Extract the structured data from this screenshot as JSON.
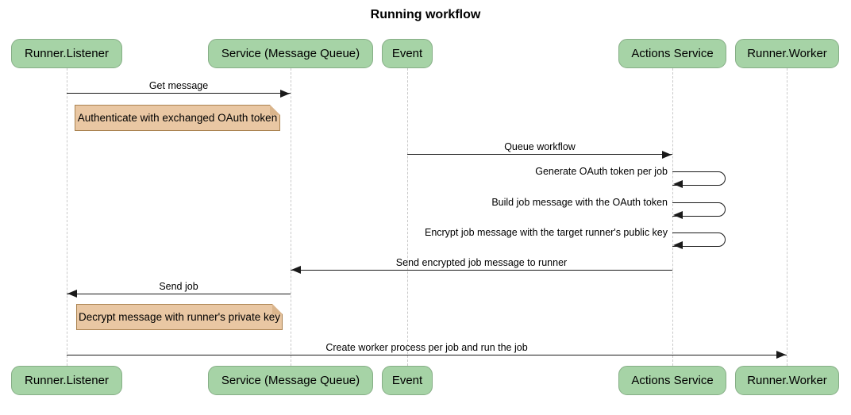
{
  "title": "Running workflow",
  "participants": [
    {
      "id": "runner-listener",
      "label": "Runner.Listener"
    },
    {
      "id": "service-message-queue",
      "label": "Service (Message Queue)"
    },
    {
      "id": "event",
      "label": "Event"
    },
    {
      "id": "actions-service",
      "label": "Actions Service"
    },
    {
      "id": "runner-worker",
      "label": "Runner.Worker"
    }
  ],
  "messages": [
    {
      "from": "Runner.Listener",
      "to": "Service (Message Queue)",
      "label": "Get message",
      "type": "arrow-right"
    },
    {
      "from": "Event",
      "to": "Actions Service",
      "label": "Queue workflow",
      "type": "arrow-right"
    },
    {
      "from": "Actions Service",
      "to": "Actions Service",
      "label": "Generate OAuth token per job",
      "type": "self-loop"
    },
    {
      "from": "Actions Service",
      "to": "Actions Service",
      "label": "Build job message with the OAuth token",
      "type": "self-loop"
    },
    {
      "from": "Actions Service",
      "to": "Actions Service",
      "label": "Encrypt job message with the target runner's public key",
      "type": "self-loop"
    },
    {
      "from": "Actions Service",
      "to": "Service (Message Queue)",
      "label": "Send encrypted job message to runner",
      "type": "arrow-left"
    },
    {
      "from": "Service (Message Queue)",
      "to": "Runner.Listener",
      "label": "Send job",
      "type": "arrow-left"
    },
    {
      "from": "Runner.Listener",
      "to": "Runner.Worker",
      "label": "Create worker process per job and run the job",
      "type": "arrow-right"
    }
  ],
  "notes": [
    {
      "over": "Runner.Listener",
      "label": "Authenticate with exchanged OAuth token"
    },
    {
      "over": "Runner.Listener",
      "label": "Decrypt message with runner's private key"
    }
  ],
  "colors": {
    "participant_fill": "#a6d3a6",
    "participant_border": "#86ae86",
    "note_fill": "#e9c7a3",
    "note_border": "#aa8250",
    "lifeline": "#c9c9c9",
    "line": "#1a1a1a"
  }
}
